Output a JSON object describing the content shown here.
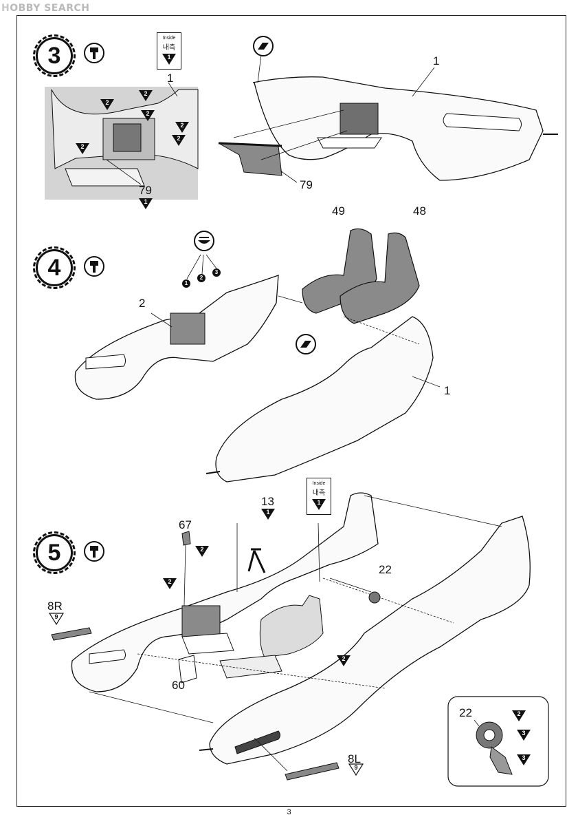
{
  "watermark": {
    "prefix": "H",
    "brand": "OBBY SEARCH"
  },
  "page": {
    "number": "3"
  },
  "inside_label": {
    "en": "Inside",
    "kr": "내측",
    "code": "1"
  },
  "step3": {
    "number": "3",
    "parts": {
      "fuselage_right": "1",
      "panel": "79",
      "panel_code": "1"
    },
    "codes": [
      "2",
      "2",
      "2",
      "2",
      "2",
      "2"
    ]
  },
  "step4": {
    "number": "4",
    "parts": {
      "left_half": "2",
      "right_half": "1",
      "seat_a": "49",
      "seat_b": "48"
    },
    "sequence": [
      "1",
      "2",
      "3"
    ]
  },
  "step5": {
    "number": "5",
    "parts": {
      "part67": "67",
      "part67_code": "2",
      "part13": "13",
      "part13_code": "1",
      "part22": "22",
      "part8R": "8R",
      "part8R_code": "9",
      "part8L": "8L",
      "part8L_code": "9",
      "part60": "60"
    },
    "codes": [
      "2",
      "2"
    ],
    "inset": {
      "part": "22",
      "codes": [
        "2",
        "3",
        "3"
      ]
    }
  }
}
